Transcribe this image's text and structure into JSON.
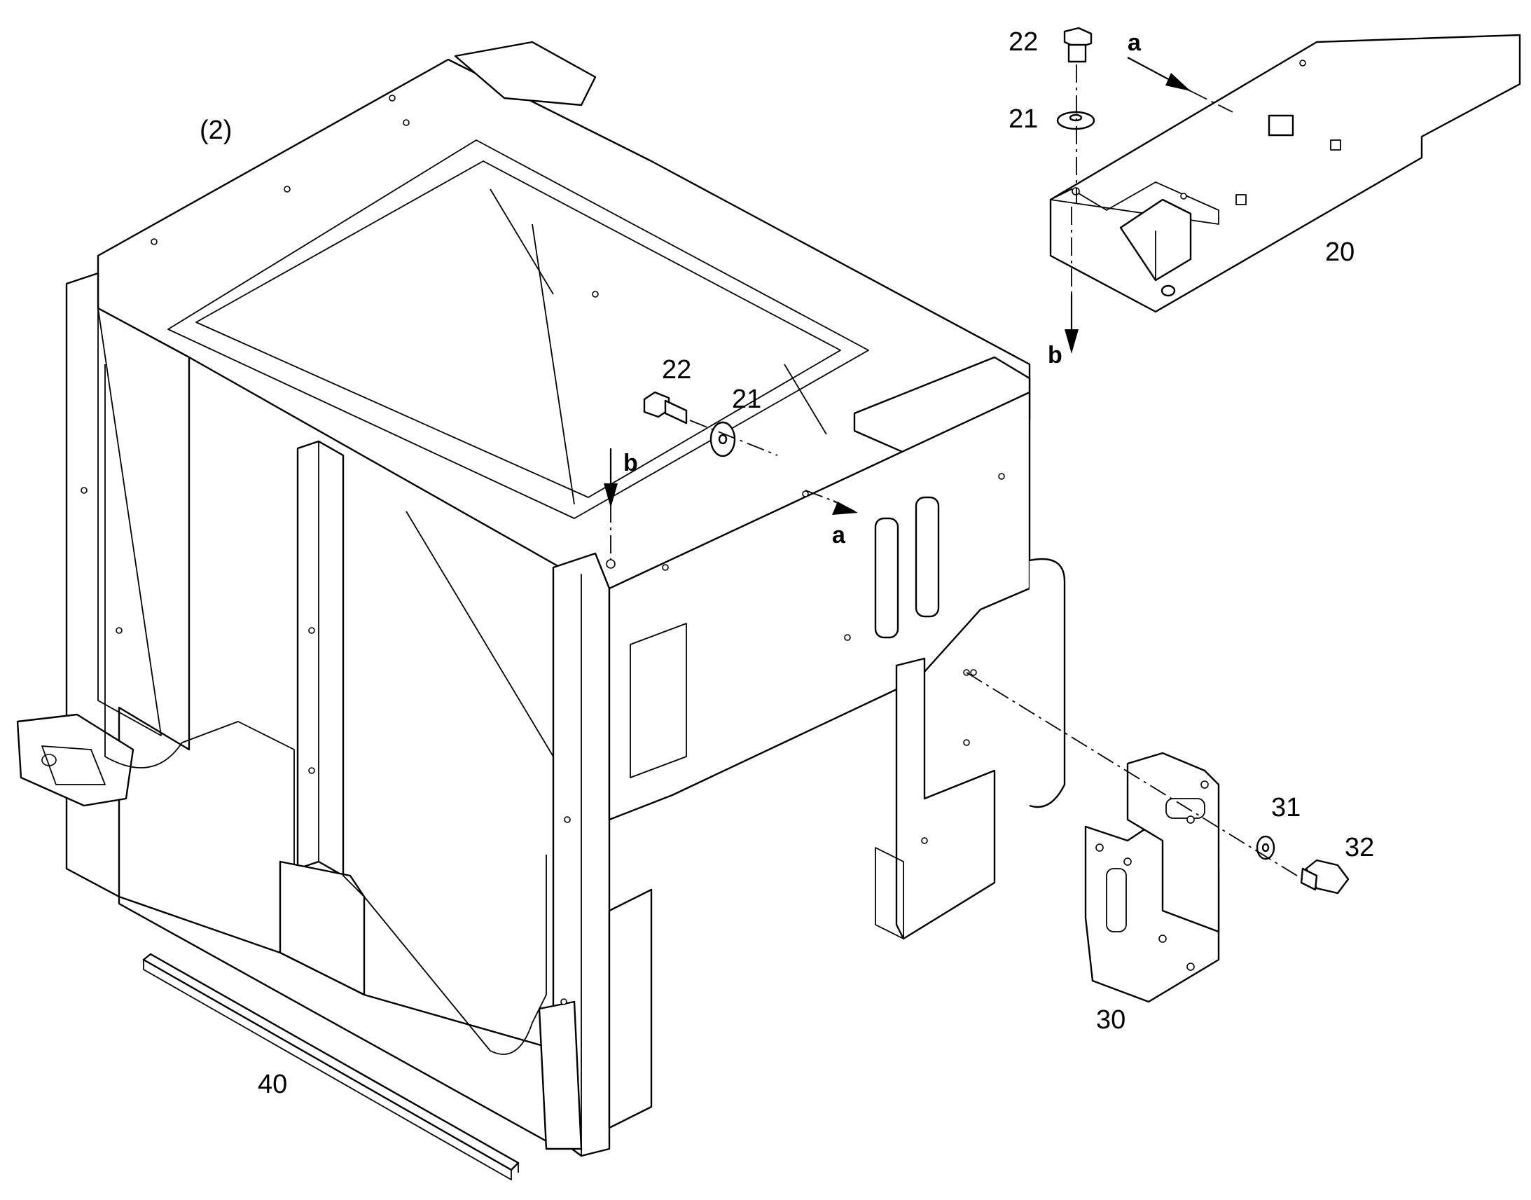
{
  "callouts": {
    "assembly": "(2)",
    "cover_plate": "20",
    "washer_top": "21",
    "bolt_top": "22",
    "bolt_mid": "22",
    "washer_mid": "21",
    "bracket": "30",
    "washer_bracket": "31",
    "bolt_bracket": "32",
    "seal_strip": "40"
  },
  "connectors": {
    "a_top": "a",
    "b_top": "b",
    "b_frame": "b",
    "a_frame": "a"
  },
  "icons": [
    "bolt-icon",
    "washer-icon"
  ]
}
